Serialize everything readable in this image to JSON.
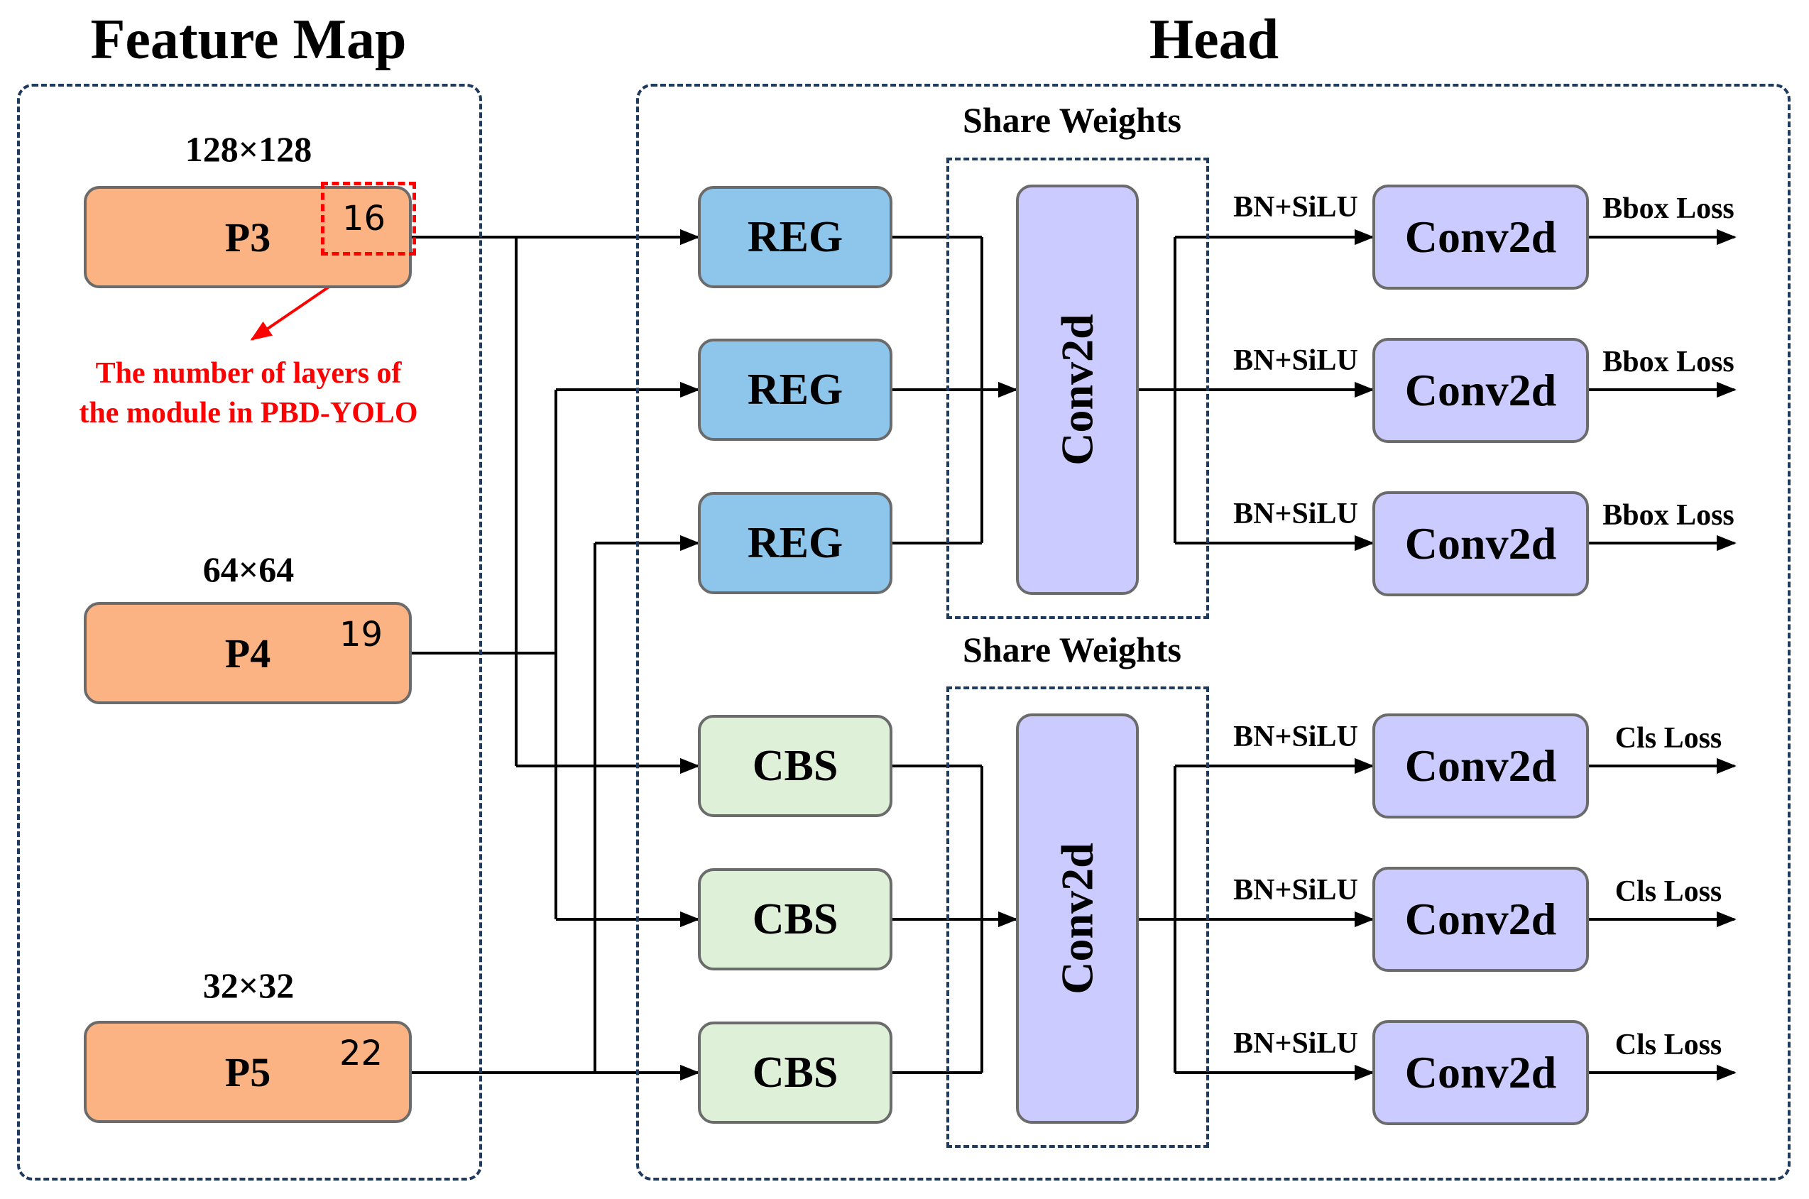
{
  "titles": {
    "feature_map": "Feature Map",
    "head": "Head"
  },
  "feature_maps": [
    {
      "name": "P3",
      "size": "128×128",
      "layers": "16"
    },
    {
      "name": "P4",
      "size": "64×64",
      "layers": "19"
    },
    {
      "name": "P5",
      "size": "32×32",
      "layers": "22"
    }
  ],
  "annotation": {
    "line1": "The number of layers of",
    "line2": "the module in PBD-YOLO"
  },
  "reg_blocks": [
    "REG",
    "REG",
    "REG"
  ],
  "cbs_blocks": [
    "CBS",
    "CBS",
    "CBS"
  ],
  "share_weights": [
    "Share Weights",
    "Share Weights"
  ],
  "shared_conv": [
    "Conv2d",
    "Conv2d"
  ],
  "bn_labels": [
    "BN+SiLU",
    "BN+SiLU",
    "BN+SiLU",
    "BN+SiLU",
    "BN+SiLU",
    "BN+SiLU"
  ],
  "output_convs": [
    "Conv2d",
    "Conv2d",
    "Conv2d",
    "Conv2d",
    "Conv2d",
    "Conv2d"
  ],
  "losses": [
    "Bbox Loss",
    "Bbox Loss",
    "Bbox Loss",
    "Cls Loss",
    "Cls Loss",
    "Cls Loss"
  ],
  "colors": {
    "feature_box": "#fbb383",
    "reg_box": "#8ec5ea",
    "cbs_box": "#def0d8",
    "conv_box": "#cccbff",
    "panel_border": "#1f3a5f",
    "annotation": "#ff0000"
  }
}
